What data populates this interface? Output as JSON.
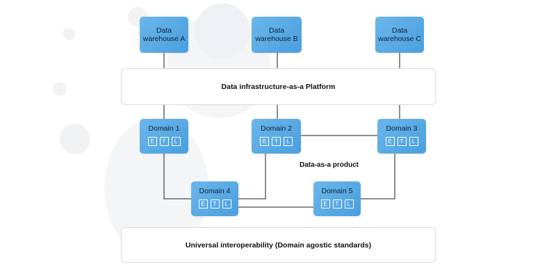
{
  "warehouses": [
    {
      "id": "A",
      "line1": "Data",
      "line2": "warehouse A"
    },
    {
      "id": "B",
      "line1": "Data",
      "line2": "warehouse B"
    },
    {
      "id": "C",
      "line1": "Data",
      "line2": "warehouse C"
    }
  ],
  "platform_label": "Data infrastructure-as-a Platform",
  "domains": [
    {
      "label": "Domain 1",
      "etl": [
        "E",
        "T",
        "L"
      ]
    },
    {
      "label": "Domain 2",
      "etl": [
        "E",
        "T",
        "L"
      ]
    },
    {
      "label": "Domain 3",
      "etl": [
        "E",
        "T",
        "L"
      ]
    },
    {
      "label": "Domain 4",
      "etl": [
        "E",
        "T",
        "L"
      ]
    },
    {
      "label": "Domain 5",
      "etl": [
        "E",
        "T",
        "L"
      ]
    }
  ],
  "product_label": "Data-as-a product",
  "interop_label": "Universal interoperability (Domain agostic standards)",
  "colors": {
    "box_blue": "#5aaae6",
    "line": "#1a1a1a",
    "border": "#d8dadd"
  }
}
